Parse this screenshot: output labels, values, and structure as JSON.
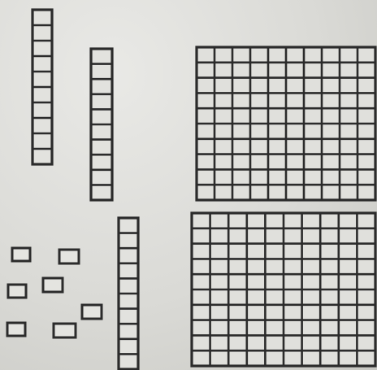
{
  "figure": {
    "blocks": [
      {
        "name": "hundred-flat",
        "cells": 100,
        "rows": 10,
        "cols": 10
      },
      {
        "name": "hundred-flat",
        "cells": 100,
        "rows": 10,
        "cols": 10
      },
      {
        "name": "ten-rod",
        "cells": 10
      },
      {
        "name": "ten-rod",
        "cells": 10
      },
      {
        "name": "ten-rod",
        "cells": 10
      },
      {
        "name": "unit-cube",
        "cells": 1
      },
      {
        "name": "unit-cube",
        "cells": 1
      },
      {
        "name": "unit-cube",
        "cells": 1
      },
      {
        "name": "unit-cube",
        "cells": 1
      },
      {
        "name": "unit-cube",
        "cells": 1
      },
      {
        "name": "unit-cube",
        "cells": 1
      },
      {
        "name": "unit-cube",
        "cells": 1
      }
    ],
    "colors": {
      "paper": "#dcdcd8",
      "ink": "#2b2b2b",
      "cell_fill": "#e4e4e0"
    }
  }
}
